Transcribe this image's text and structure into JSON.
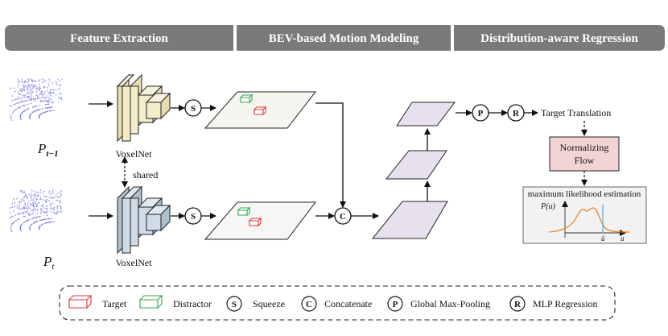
{
  "headers": {
    "feature_extraction": "Feature Extraction",
    "motion_modeling": "BEV-based Motion Modeling",
    "regression": "Distribution-aware Regression"
  },
  "labels": {
    "voxelnet_top": "VoxelNet",
    "voxelnet_bottom": "VoxelNet",
    "shared": "shared",
    "target_translation": "Target Translation",
    "normalizing_flow_line1": "Normalizing",
    "normalizing_flow_line2": "Flow",
    "mle_title": "maximum likelihood estimation",
    "plot_ylabel": "P(u)",
    "plot_xtick": "û",
    "plot_xlabel": "u",
    "pc_prev_main": "P",
    "pc_prev_sub": "t−1",
    "pc_cur_main": "P",
    "pc_cur_sub": "t"
  },
  "operators": {
    "squeeze": "S",
    "concatenate": "C",
    "pooling": "P",
    "regression": "R"
  },
  "legend": {
    "target": "Target",
    "distractor": "Distractor",
    "squeeze_symbol": "S",
    "squeeze": "Squeeze",
    "concat_symbol": "C",
    "concatenate": "Concatenate",
    "pool_symbol": "P",
    "pooling": "Global Max-Pooling",
    "reg_symbol": "R",
    "regression": "MLP Regression"
  },
  "colors": {
    "header_bg": "#7a7a7a",
    "target": "#e8333a",
    "distractor": "#2faa52",
    "voxelnet_top": "#f3ecc9",
    "voxelnet_bottom": "#cfdbe6",
    "bev_plane": "#f6f6f4",
    "motion_plane": "#e7e0ee",
    "flow_box": "#f2d4d4",
    "point_cloud": "#7d82e8",
    "density_curve": "#e8841c",
    "estimate_line": "#69b6d8"
  }
}
